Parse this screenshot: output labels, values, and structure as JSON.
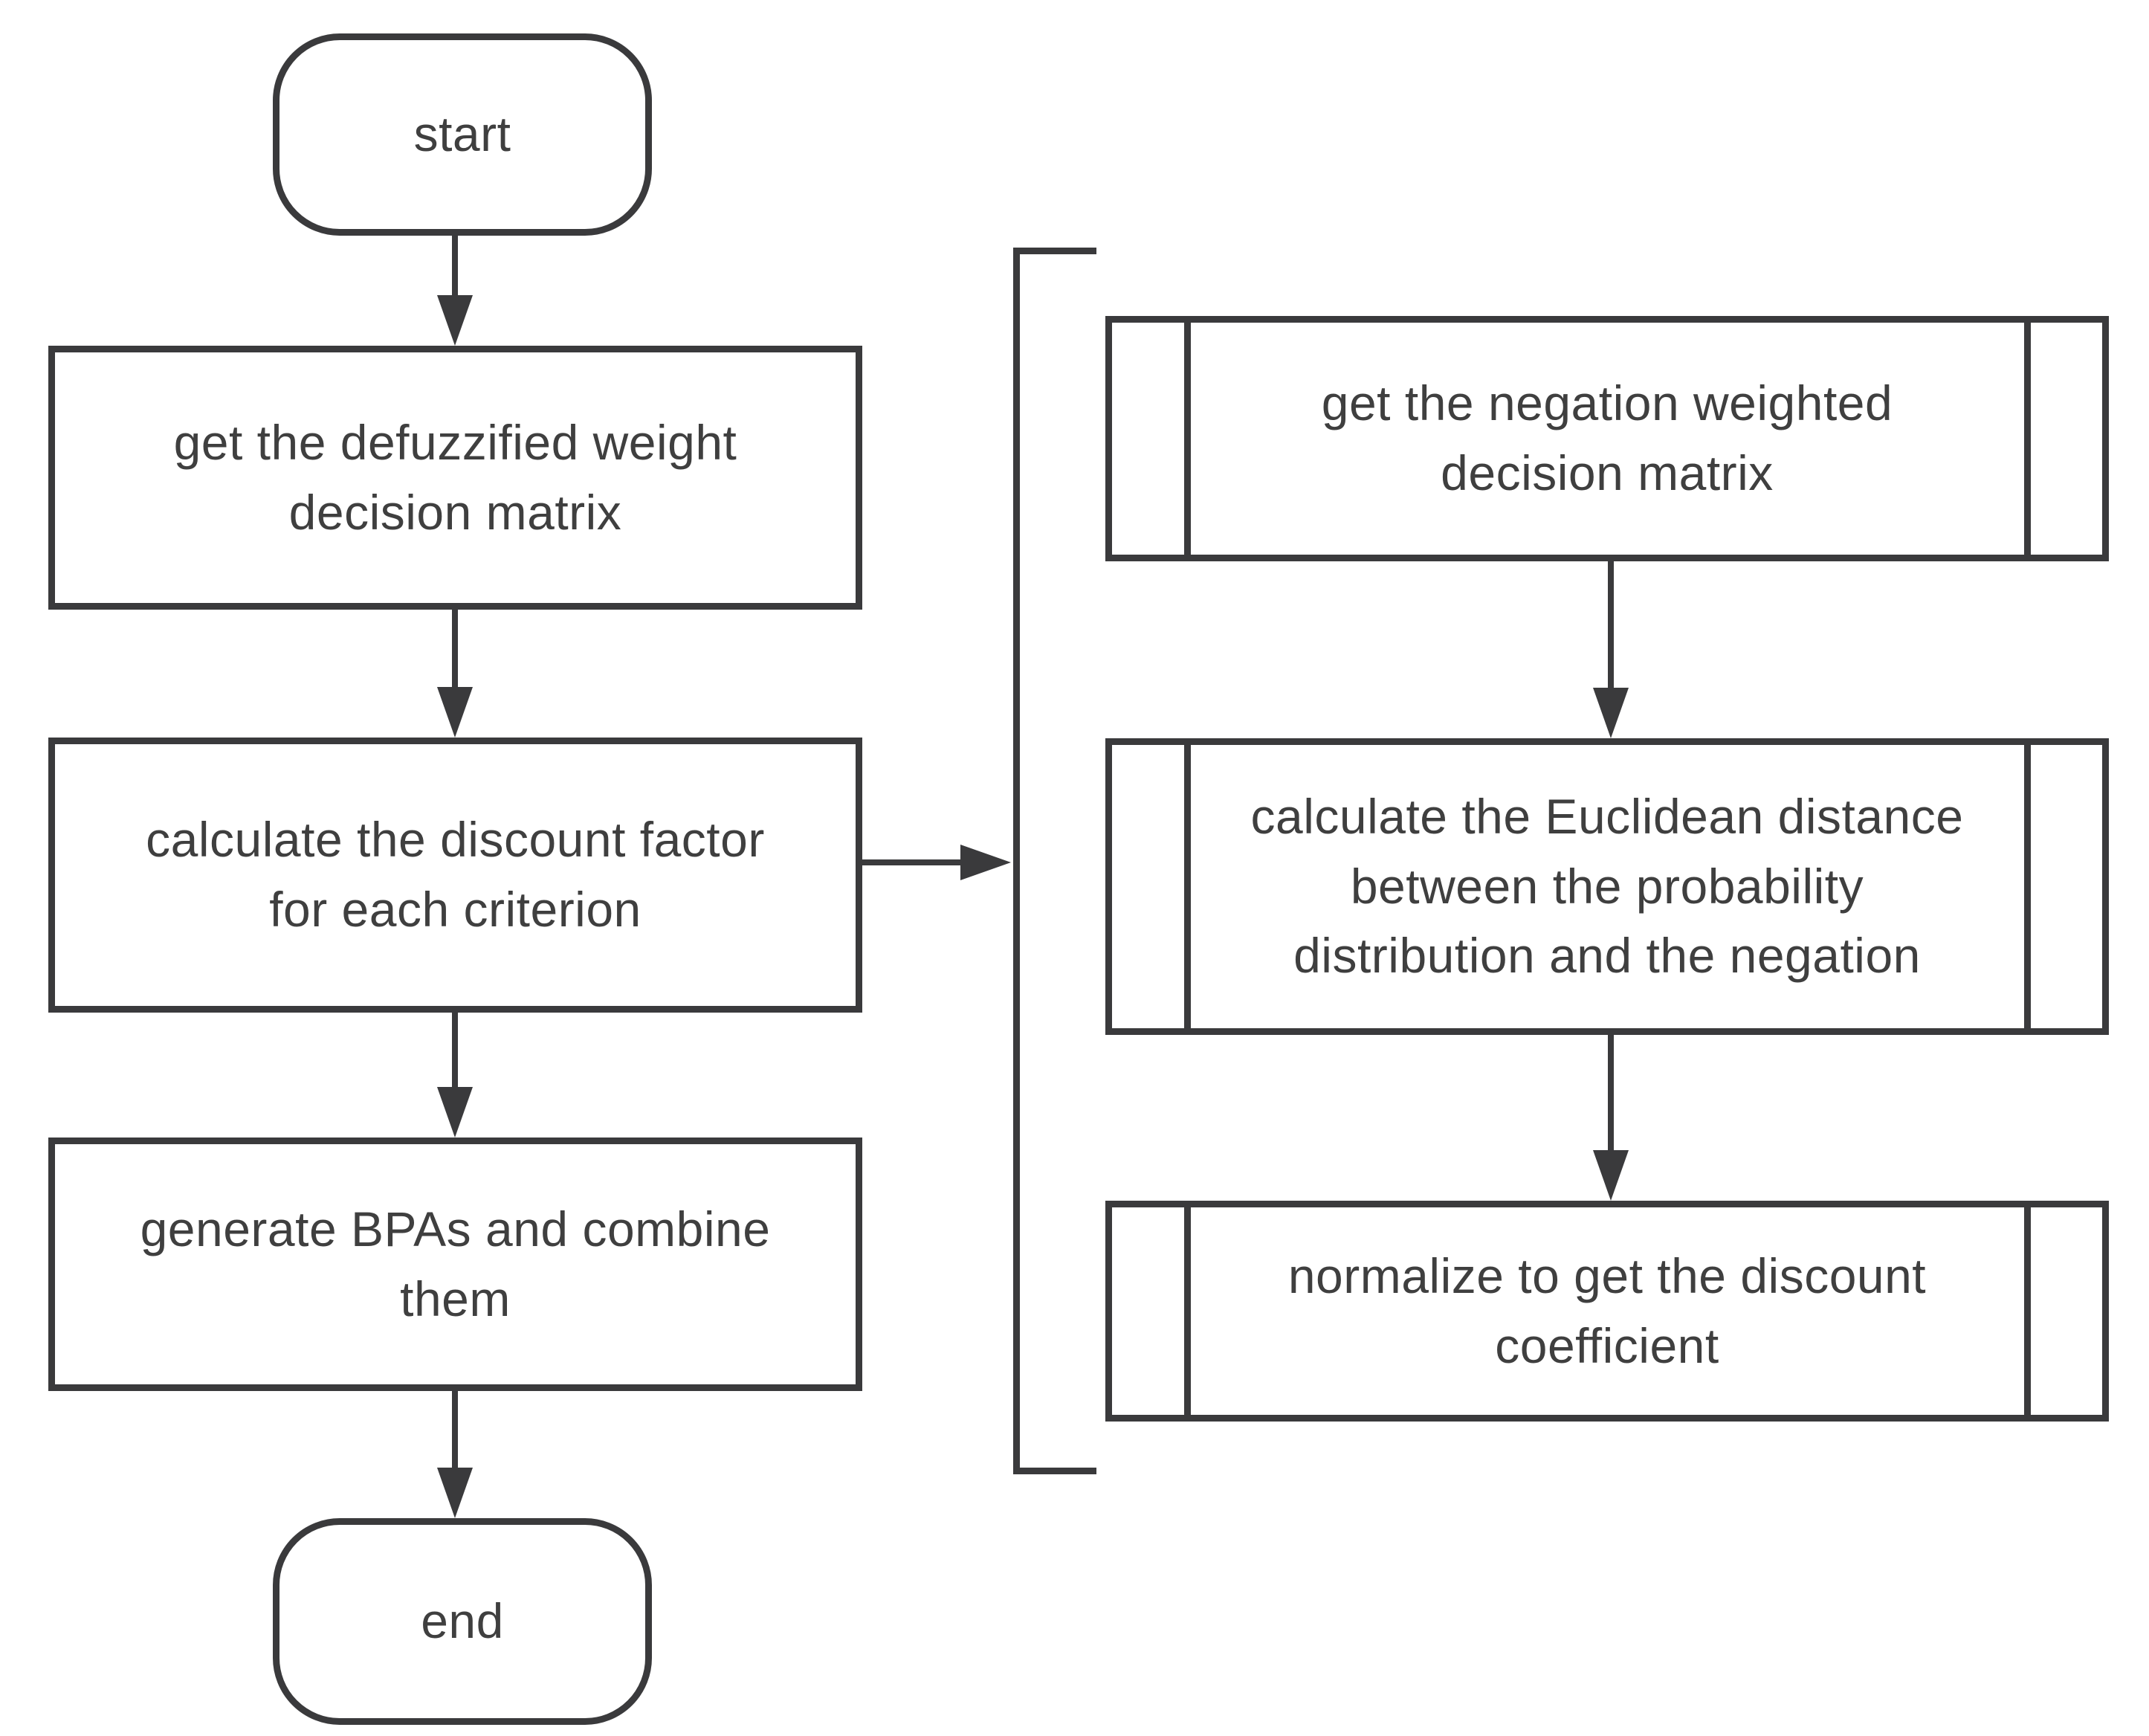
{
  "diagram": {
    "type": "flowchart",
    "colors": {
      "background": "#ffffff",
      "stroke": "#3a3a3c",
      "text": "#3f3f3f"
    },
    "nodes": {
      "start": {
        "shape": "terminator",
        "label": "start"
      },
      "step1": {
        "shape": "process",
        "label": "get the defuzzified weight\ndecision matrix"
      },
      "step2": {
        "shape": "process",
        "label": "calculate the discount factor\nfor each criterion"
      },
      "step3": {
        "shape": "process",
        "label": "generate BPAs and combine\nthem"
      },
      "end": {
        "shape": "terminator",
        "label": "end"
      },
      "sub1": {
        "shape": "subroutine",
        "label": "get the negation weighted\ndecision matrix"
      },
      "sub2": {
        "shape": "subroutine",
        "label": "calculate the Euclidean distance\nbetween the probability\ndistribution and the negation"
      },
      "sub3": {
        "shape": "subroutine",
        "label": "normalize to get the discount\ncoefficient"
      }
    },
    "edges": [
      "start -> step1",
      "step1 -> step2",
      "step2 -> step3",
      "step3 -> end",
      "step2 -> subroutine-group",
      "sub1 -> sub2",
      "sub2 -> sub3"
    ]
  }
}
